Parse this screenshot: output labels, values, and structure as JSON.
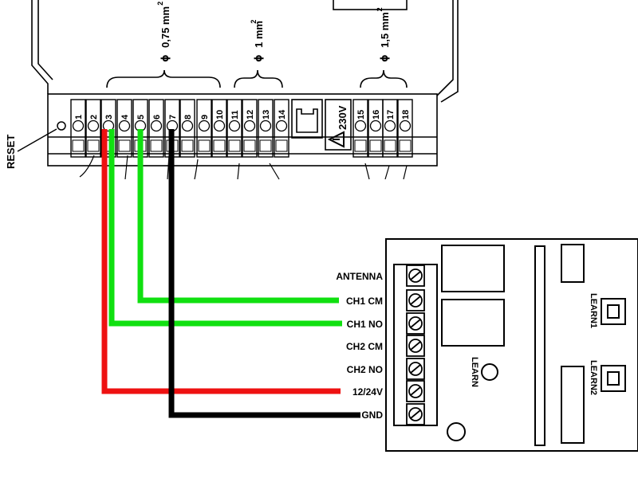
{
  "colors": {
    "line": "#000000",
    "wire_green": "#10e010",
    "wire_red": "#ee1111",
    "wire_black": "#000000"
  },
  "controller": {
    "reset_label": "RESET",
    "terminals": [
      "1",
      "2",
      "3",
      "4",
      "5",
      "6",
      "7",
      "8",
      "9",
      "10",
      "11",
      "12",
      "13",
      "14",
      "15",
      "16",
      "17",
      "18"
    ],
    "voltage_label": "230V",
    "warning_icon": "warning-triangle-icon",
    "connector_icon": "rj-connector-icon",
    "section_labels": [
      {
        "phi": "ϕ",
        "text": "0,75 mm",
        "sup": "2"
      },
      {
        "phi": "ϕ",
        "text": "1 mm",
        "sup": "2"
      },
      {
        "phi": "ϕ",
        "text": "1,5 mm",
        "sup": "2"
      }
    ]
  },
  "receiver": {
    "pins": [
      "ANTENNA",
      "CH1 CM",
      "CH1 NO",
      "CH2 CM",
      "CH2 NO",
      "12/24V",
      "GND"
    ],
    "learn_label": "LEARN",
    "learn1_label": "LEARN1",
    "learn2_label": "LEARN2"
  },
  "wires": [
    {
      "name": "green-wire-ch1-cm",
      "color": "wire_green",
      "from_terminal": "5",
      "to_pin": "CH1 CM"
    },
    {
      "name": "green-wire-ch1-no",
      "color": "wire_green",
      "from_terminal": "3",
      "to_pin": "CH1 NO"
    },
    {
      "name": "red-wire-12-24v",
      "color": "wire_red",
      "from_terminal": "3",
      "to_pin": "12/24V"
    },
    {
      "name": "black-wire-gnd",
      "color": "wire_black",
      "from_terminal": "7",
      "to_pin": "GND"
    }
  ]
}
